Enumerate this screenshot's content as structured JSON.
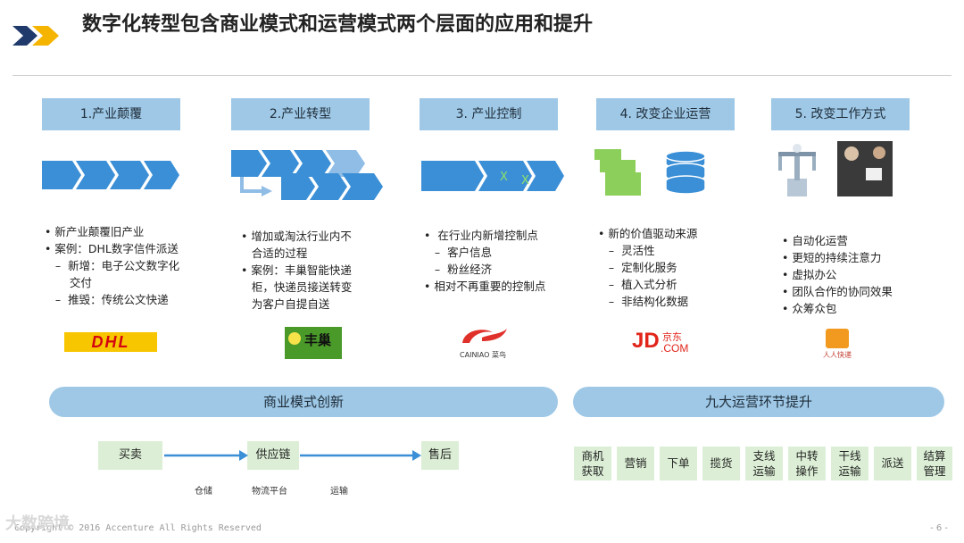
{
  "title": "数字化转型包含商业模式和运营模式两个层面的应用和提升",
  "columns": [
    {
      "header": "1.产业颠覆"
    },
    {
      "header": "2.产业转型"
    },
    {
      "header": "3.  产业控制"
    },
    {
      "header": "4.  改变企业运营"
    },
    {
      "header": "5.  改变工作方式"
    }
  ],
  "col1_bullets": [
    "• 新产业颠覆旧产业",
    "• 案例：DHL数字信件派送",
    "   –  新增：电子公文数字化",
    "       交付",
    "   –  推毁：传统公文快递"
  ],
  "col2_bullets": [
    "• 增加或淘汰行业内不",
    "   合适的过程",
    "• 案例：丰巢智能快递",
    "   柜，快递员接送转变",
    "   为客户自提自送"
  ],
  "col3_bullets": [
    "•  在行业内新增控制点",
    "   –  客户信息",
    "   –  粉丝经济",
    "• 相对不再重要的控制点"
  ],
  "col4_bullets": [
    "• 新的价值驱动来源",
    "   –  灵活性",
    "   –  定制化服务",
    "   –  植入式分析",
    "   –  非结构化数据"
  ],
  "col5_bullets": [
    "• 自动化运营",
    "• 更短的持续注意力",
    "• 虚拟办公",
    "• 团队合作的协同效果",
    "• 众筹众包"
  ],
  "logos": {
    "dhl": "DHL",
    "fengchao_text": "丰巢",
    "cainiao_text": "CAINIAO 菜鸟",
    "jd_main": "JD",
    "jd_cn": "京东",
    "jd_com": ".COM",
    "renren_text": "人人快递"
  },
  "control_marks": [
    "X",
    "X"
  ],
  "left_pill": "商业模式创新",
  "right_pill": "九大运营环节提升",
  "flow": {
    "boxes": [
      "买卖",
      "供应链",
      "售后"
    ],
    "sublabels": [
      "仓储",
      "物流平台",
      "运输"
    ]
  },
  "ops_steps": [
    [
      "商机",
      "获取"
    ],
    [
      "营销"
    ],
    [
      "下单"
    ],
    [
      "揽货"
    ],
    [
      "支线",
      "运输"
    ],
    [
      "中转",
      "操作"
    ],
    [
      "干线",
      "运输"
    ],
    [
      "派送"
    ],
    [
      "结算",
      "管理"
    ]
  ],
  "footer": "Copyright © 2016 Accenture All Rights Reserved",
  "page_number": "- 6 -",
  "watermark": "大数跨境",
  "colors": {
    "header_blue": "#9ec8e6",
    "arrow_blue": "#3b8fd6",
    "green_box": "#dcefd6",
    "logo_arrow": "#1f3a6b",
    "logo_yellow": "#f5b400"
  }
}
